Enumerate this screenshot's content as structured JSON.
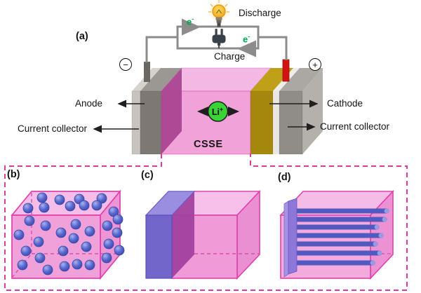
{
  "panels": {
    "a": "(a)",
    "b": "(b)",
    "c": "(c)",
    "d": "(d)"
  },
  "circuit": {
    "discharge": "Discharge",
    "charge": "Charge",
    "electron": "e",
    "electron_sup": "-",
    "minus": "−",
    "plus": "+"
  },
  "battery": {
    "anode": "Anode",
    "cathode": "Cathode",
    "collector_left": "Current collector",
    "collector_right": "Current collector",
    "electrolyte": "CSSE",
    "ion": "Li",
    "ion_sup": "+"
  },
  "colors": {
    "csse_pink": "#f0a2d9",
    "csse_side_magenta": "#a8418f",
    "anode_gray": "#7d7874",
    "collector_light_gray": "#c7c4c0",
    "collector_dark_gray": "#908d89",
    "cathode_gold": "#a5870e",
    "ion_green": "#3bd437",
    "electron_green": "#00a651",
    "filler_blue": "#5560c4",
    "callout_pink": "#dd3aa2",
    "wire_gray": "#8c8c8c",
    "terminal_red": "#d01212"
  }
}
